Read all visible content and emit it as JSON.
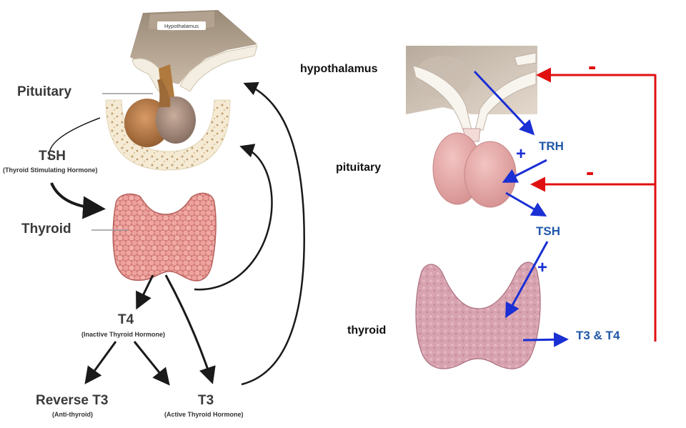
{
  "left": {
    "hypothalamus_tag": "Hypothalamus",
    "pituitary": "Pituitary",
    "tsh": "TSH",
    "tsh_sub": "(Thyroid Stimulating Hormone)",
    "thyroid": "Thyroid",
    "t4": "T4",
    "t4_sub": "(Inactive Thyroid Hormone)",
    "reverse_t3": "Reverse T3",
    "reverse_t3_sub": "(Anti-thyroid)",
    "t3": "T3",
    "t3_sub": "(Active Thyroid Hormone)"
  },
  "right": {
    "hypothalamus": "hypothalamus",
    "pituitary": "pituitary",
    "thyroid": "thyroid",
    "trh": "TRH",
    "tsh": "TSH",
    "t3_t4": "T3 & T4",
    "plus": "+",
    "minus": "-"
  },
  "colors": {
    "positive_arrow": "#1a2fd4",
    "negative_arrow": "#e01010",
    "hormone_text": "#1f58a8",
    "thyroid_tissue": "#e58b86",
    "pituitary_tissue": "#e7a8a6"
  }
}
